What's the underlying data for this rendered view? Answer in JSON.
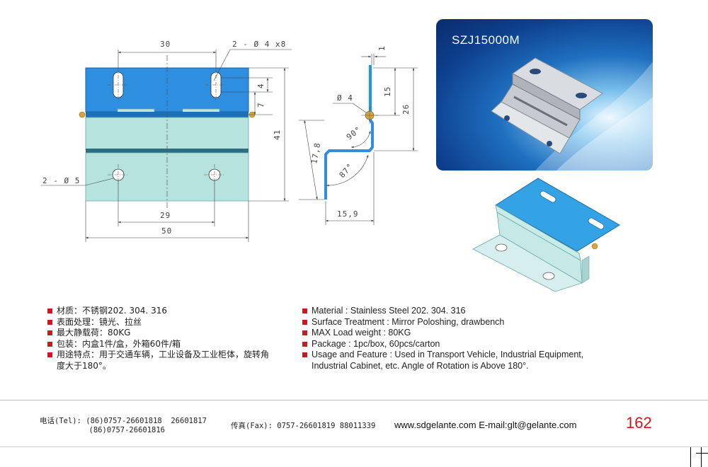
{
  "photo": {
    "model": "SZJ15000M"
  },
  "drawing": {
    "front": {
      "dim_top": "30",
      "dim_slot": "2 - Ø 4   x8",
      "dim_4": "4",
      "dim_7": "7",
      "dim_41": "41",
      "dim_holes": "2 - Ø 5",
      "dim_29": "29",
      "dim_50": "50"
    },
    "side": {
      "dim_1": "1",
      "dim_15": "15",
      "dim_26": "26",
      "dim_pin": "Ø 4",
      "dim_17_8": "17,8",
      "dim_90": "90°",
      "dim_87": "87°",
      "dim_15_9": "15,9"
    }
  },
  "specs_cn": [
    "材质：不锈钢202. 304. 316",
    "表面处理：镜光、拉丝",
    "最大静载荷：80KG",
    "包装：内盒1件/盒，外箱60件/箱",
    "用途特点：用于交通车辆，工业设备及工业柜体，旋转角度大于180°。"
  ],
  "specs_en": [
    "Material : Stainless Steel 202. 304. 316",
    "Surface Treatment : Mirror Poloshing, drawbench",
    "MAX Load weight : 80KG",
    "Package : 1pc/box,  60pcs/carton",
    "Usage and Feature : Used in Transport Vehicle, Industrial Equipment, Industrial Cabinet, etc. Angle of Rotation is Above 180°."
  ],
  "footer": {
    "tel": "电话(Tel): (86)0757-26601818  26601817\n           (86)0757-26601816",
    "fax": "传真(Fax): 0757-26601819 88011339",
    "web": "www.sdgelante.com  E-mail:glt@gelante.com",
    "page": "162"
  },
  "colors": {
    "accent": "#d0151c",
    "leaf_blue": "#2e8fe0",
    "leaf_light": "#a9dcd8"
  }
}
